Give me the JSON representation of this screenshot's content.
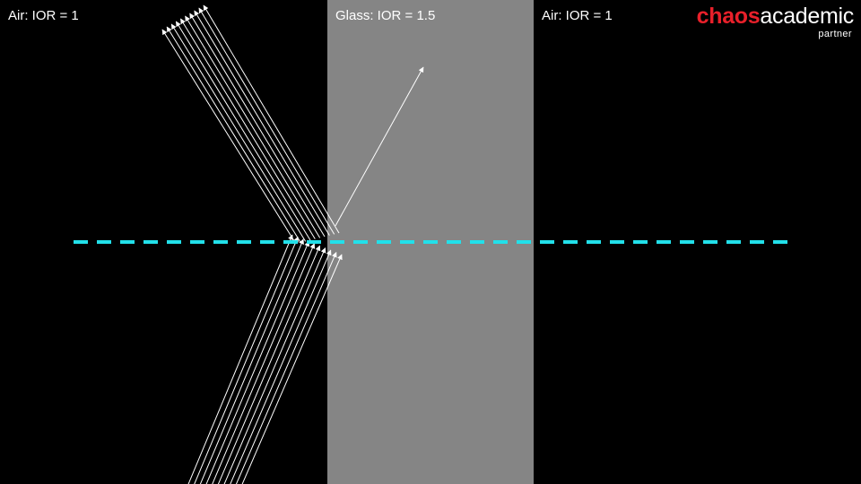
{
  "diagram": {
    "regions": [
      {
        "label": "Air: IOR = 1",
        "ior": 1
      },
      {
        "label": "Glass: IOR = 1.5",
        "ior": 1.5
      },
      {
        "label": "Air: IOR = 1",
        "ior": 1
      }
    ],
    "glass_color": "#858585",
    "background_color": "#000000",
    "ray_color": "#ffffff",
    "axis_color": "#22e0ea",
    "incident_ray_count": 10,
    "reflected_ray_count": 10,
    "refracted_ray_count": 1
  },
  "logo": {
    "word1": "chaos",
    "word2": "academic",
    "subtitle": "partner",
    "word1_color": "#e8202a",
    "word2_color": "#ffffff"
  }
}
